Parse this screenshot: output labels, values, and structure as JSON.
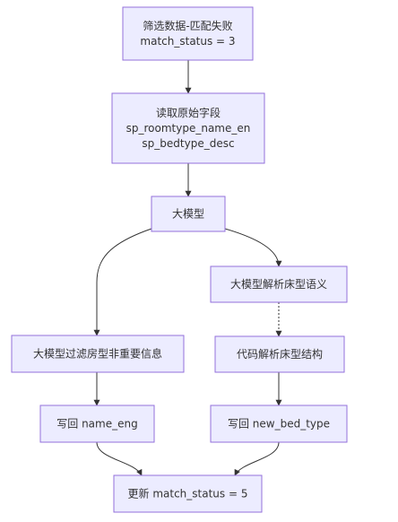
{
  "nodes": {
    "filter": {
      "lines": [
        "筛选数据-匹配失败",
        "match_status = 3"
      ]
    },
    "read": {
      "lines": [
        "读取原始字段",
        "sp_roomtype_name_en",
        "sp_bedtype_desc"
      ]
    },
    "llm": {
      "lines": [
        "大模型"
      ]
    },
    "semantic": {
      "lines": [
        "大模型解析床型语义"
      ]
    },
    "filter_info": {
      "lines": [
        "大模型过滤房型非重要信息"
      ]
    },
    "code_parse": {
      "lines": [
        "代码解析床型结构"
      ]
    },
    "write_name": {
      "lines": [
        "写回 name_eng"
      ]
    },
    "write_bed": {
      "lines": [
        "写回 new_bed_type"
      ]
    },
    "update": {
      "lines": [
        "更新 match_status = 5"
      ]
    }
  },
  "edges": [
    {
      "from": "filter",
      "to": "read"
    },
    {
      "from": "read",
      "to": "llm"
    },
    {
      "from": "llm",
      "to": "filter_info"
    },
    {
      "from": "llm",
      "to": "semantic"
    },
    {
      "from": "semantic",
      "to": "code_parse",
      "style": "dotted"
    },
    {
      "from": "filter_info",
      "to": "write_name"
    },
    {
      "from": "code_parse",
      "to": "write_bed"
    },
    {
      "from": "write_name",
      "to": "update"
    },
    {
      "from": "write_bed",
      "to": "update"
    }
  ]
}
